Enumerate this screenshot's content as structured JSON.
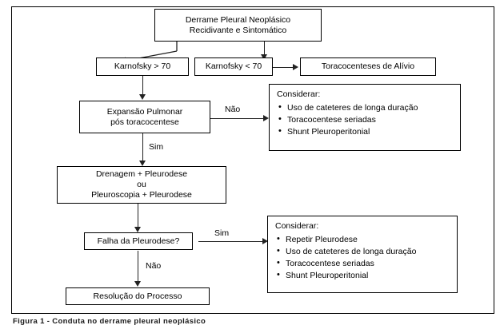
{
  "figure": {
    "caption": "Figura 1 - Conduta no derrame pleural neoplásico"
  },
  "flowchart": {
    "nodes": {
      "start": {
        "line1": "Derrame Pleural Neoplásico",
        "line2": "Recidivante e Sintomático"
      },
      "karnofsky_high": {
        "label": "Karnofsky > 70"
      },
      "karnofsky_low": {
        "label": "Karnofsky < 70"
      },
      "toracocenteses_alivio": {
        "label": "Toracocenteses de Alívio"
      },
      "expansao": {
        "line1": "Expansão Pulmonar",
        "line2": "pós toracocentese"
      },
      "drenagem": {
        "line1": "Drenagem + Pleurodese",
        "line2": "ou",
        "line3": "Pleuroscopia + Pleurodese"
      },
      "falha": {
        "label": "Falha da Pleurodese?"
      },
      "resolucao": {
        "label": "Resolução do Processo"
      }
    },
    "considerar_1": {
      "heading": "Considerar:",
      "items": [
        "Uso de cateteres de longa duração",
        "Toracocentese seriadas",
        "Shunt Pleuroperitonial"
      ]
    },
    "considerar_2": {
      "heading": "Considerar:",
      "items": [
        "Repetir Pleurodese",
        "Uso de cateteres de longa duração",
        "Toracocentese seriadas",
        "Shunt Pleuroperitonial"
      ]
    },
    "edge_labels": {
      "expansao_nao": "Não",
      "expansao_sim": "Sim",
      "falha_sim": "Sim",
      "falha_nao": "Não"
    },
    "colors": {
      "stroke": "#000000",
      "background": "#ffffff",
      "text": "#000000"
    }
  }
}
